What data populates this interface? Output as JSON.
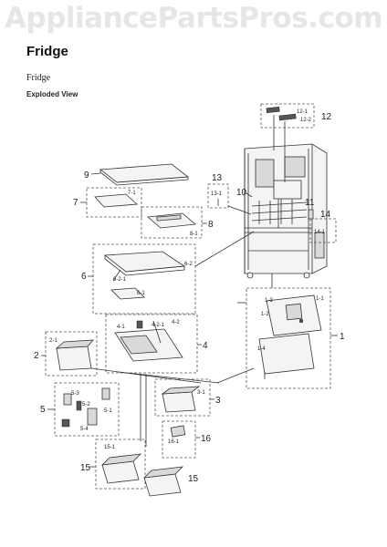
{
  "watermark": "AppliancePartsPros.com",
  "header": {
    "title": "Fridge",
    "subtitle": "Fridge",
    "view_label": "Exploded View"
  },
  "callouts": {
    "c1": "1",
    "c1_1": "1-1",
    "c1_2": "1-2",
    "c1_3": "1-3",
    "c1_4": "1-4",
    "c2": "2",
    "c2_1": "2-1",
    "c3": "3",
    "c3_1": "3-1",
    "c4": "4",
    "c4_1": "4-1",
    "c4_2": "4-2",
    "c4_2_1": "4-2-1",
    "c5": "5",
    "c5_1": "5-1",
    "c5_2": "5-2",
    "c5_3": "5-3",
    "c5_4": "5-4",
    "c6": "6",
    "c6_1": "6-1",
    "c6_2": "6-2",
    "c6_2_1": "6-2-1",
    "c7": "7",
    "c7_1": "7-1",
    "c8": "8",
    "c8_1": "8-1",
    "c9": "9",
    "c10": "10",
    "c11": "11",
    "c12": "12",
    "c12_1": "12-1",
    "c12_2": "12-2",
    "c13": "13",
    "c13_1": "13-1",
    "c14": "14",
    "c14_1": "14-1",
    "c15a": "15",
    "c15b": "15",
    "c15_1": "15-1",
    "c16": "16",
    "c16_1": "16-1"
  }
}
